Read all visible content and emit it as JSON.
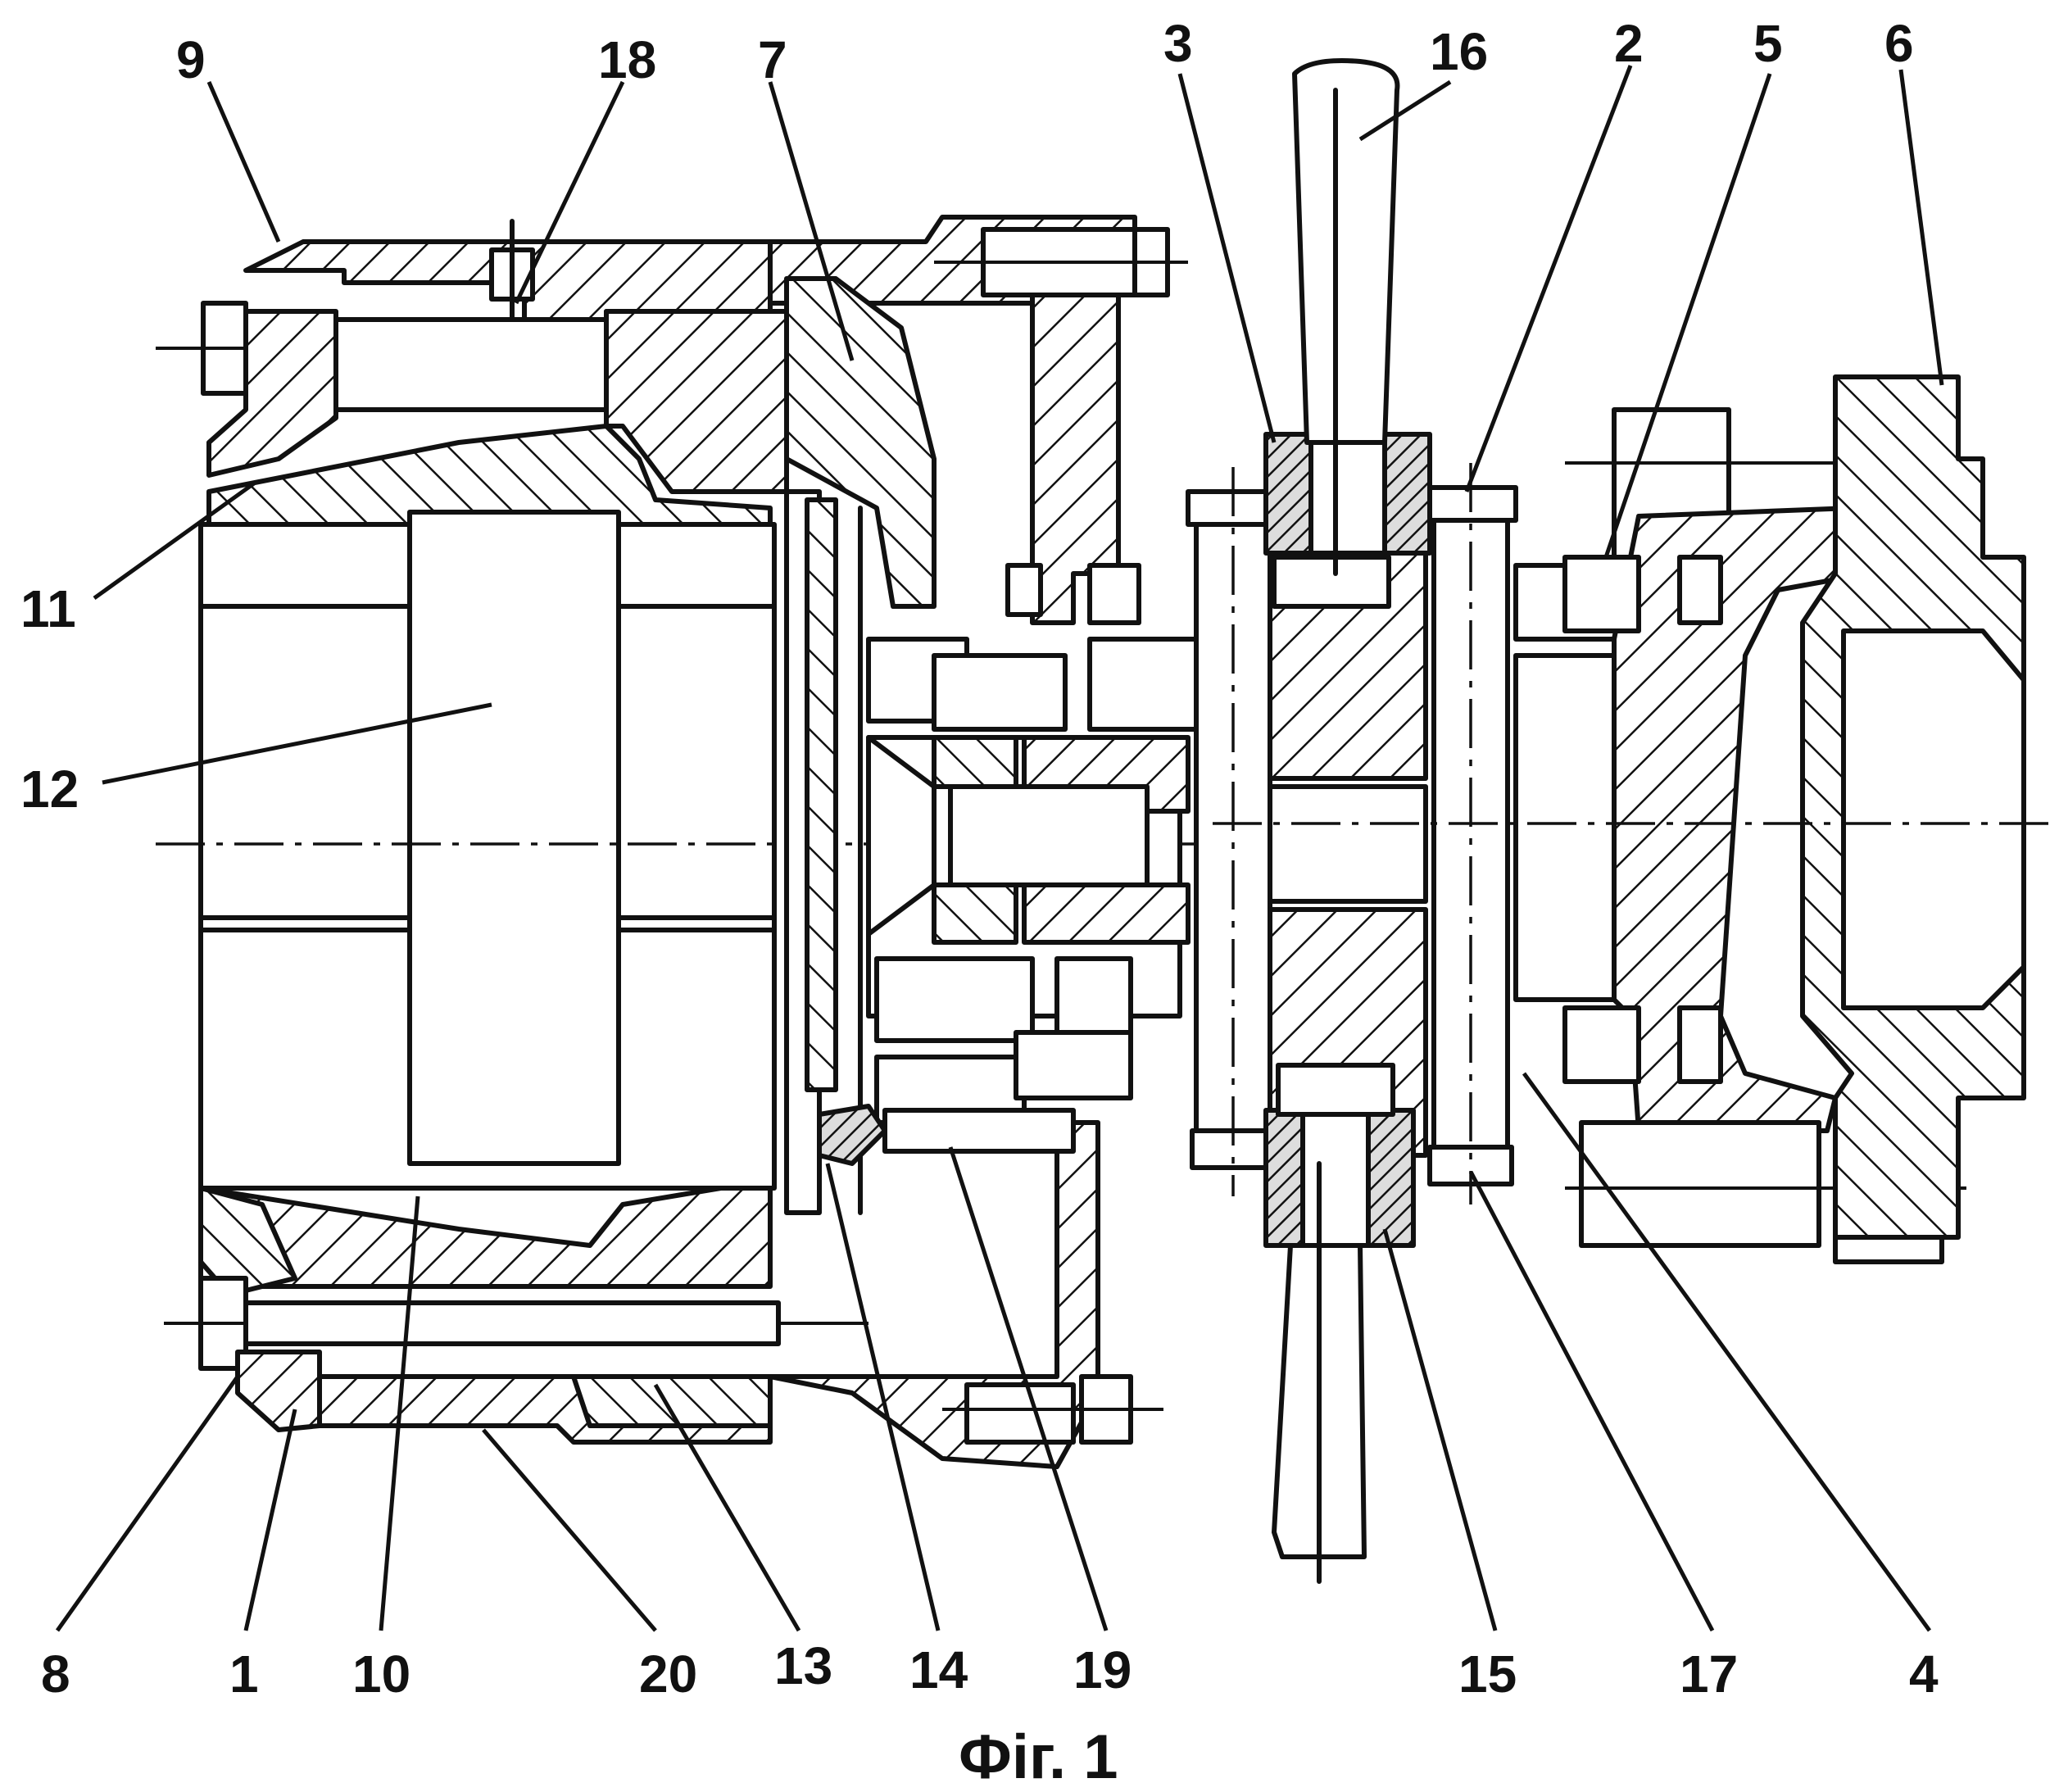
{
  "figure": {
    "caption": "Фіг. 1"
  },
  "labels": [
    {
      "id": "9",
      "text": "9"
    },
    {
      "id": "18",
      "text": "18"
    },
    {
      "id": "7",
      "text": "7"
    },
    {
      "id": "3",
      "text": "3"
    },
    {
      "id": "16",
      "text": "16"
    },
    {
      "id": "2",
      "text": "2"
    },
    {
      "id": "5",
      "text": "5"
    },
    {
      "id": "6",
      "text": "6"
    },
    {
      "id": "11",
      "text": "11"
    },
    {
      "id": "12",
      "text": "12"
    },
    {
      "id": "8",
      "text": "8"
    },
    {
      "id": "1",
      "text": "1"
    },
    {
      "id": "10",
      "text": "10"
    },
    {
      "id": "20",
      "text": "20"
    },
    {
      "id": "13",
      "text": "13"
    },
    {
      "id": "14",
      "text": "14"
    },
    {
      "id": "19",
      "text": "19"
    },
    {
      "id": "15",
      "text": "15"
    },
    {
      "id": "17",
      "text": "17"
    },
    {
      "id": "4",
      "text": "4"
    }
  ]
}
